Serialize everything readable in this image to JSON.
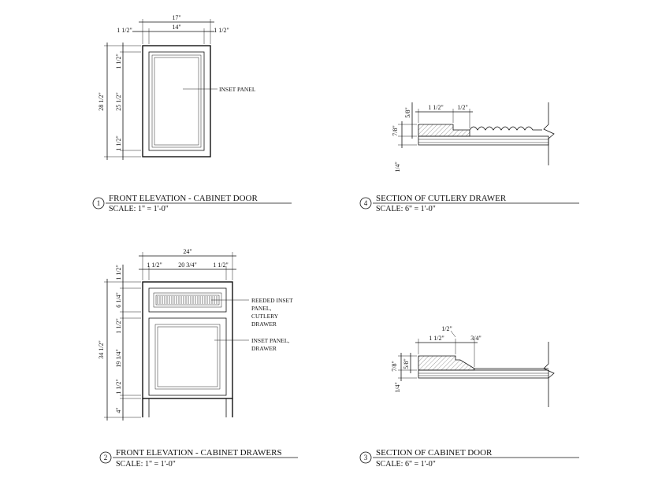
{
  "views": {
    "v1": {
      "number": "1",
      "title": "FRONT ELEVATION - CABINET DOOR",
      "scale": "SCALE:  1\" = 1'-0\"",
      "dims": {
        "overall_width": "17\"",
        "inner_width": "14\"",
        "side_left": "1 1/2\"",
        "side_right": "1 1/2\"",
        "overall_height": "28 1/2\"",
        "rail_top": "1 1/2\"",
        "panel_height": "25 1/2\"",
        "rail_bottom": "1 1/2\""
      },
      "notes": {
        "inset_panel": "INSET PANEL"
      }
    },
    "v2": {
      "number": "2",
      "title": "FRONT ELEVATION - CABINET DRAWERS",
      "scale": "SCALE:  1\" = 1'-0\"",
      "dims": {
        "overall_width": "24\"",
        "inner_width": "20 3/4\"",
        "side_left": "1 1/2\"",
        "side_right": "1 1/2\"",
        "overall_height": "34 1/2\"",
        "top_rail": "1 1/2\"",
        "drawer_height": "6 1/4\"",
        "mid_rail": "1 1/2\"",
        "lower_height": "19 1/4\"",
        "bottom_rail": "1 1/2\"",
        "toe": "4\""
      },
      "notes": {
        "reeded_1": "REEDED INSET",
        "reeded_2": "PANEL,",
        "reeded_3": "CUTLERY",
        "reeded_4": "DRAWER",
        "inset_1": "INSET PANEL,",
        "inset_2": "DRAWER"
      }
    },
    "v3": {
      "number": "3",
      "title": "SECTION OF CABINET DOOR",
      "scale": "SCALE:  6\" = 1'-0\"",
      "dims": {
        "top_small": "1/2\"",
        "width_a": "1 1/2\"",
        "width_b": "3/4\"",
        "height": "7/8\"",
        "step": "5/8\"",
        "bottom": "1/4\""
      }
    },
    "v4": {
      "number": "4",
      "title": "SECTION OF CUTLERY DRAWER",
      "scale": "SCALE:  6\" = 1'-0\"",
      "dims": {
        "top_small": "5/8\"",
        "width_a": "1 1/2\"",
        "width_b": "1/2\"",
        "height": "7/8\"",
        "bottom": "1/4\""
      }
    }
  }
}
